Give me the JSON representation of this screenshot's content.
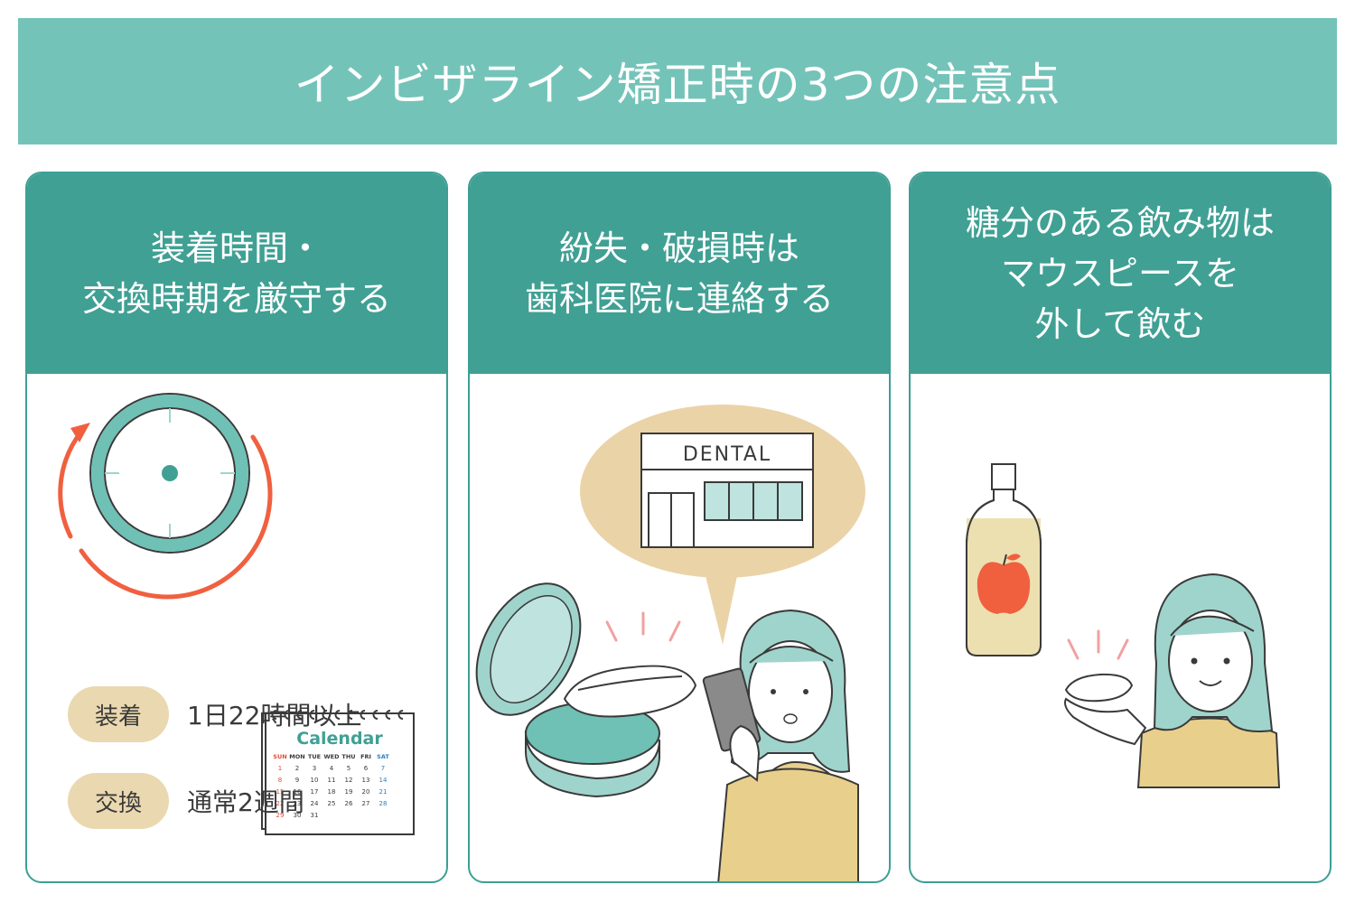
{
  "banner": {
    "title": "インビザライン矯正時の3つの注意点"
  },
  "cards": [
    {
      "title_lines": [
        "装着時間・",
        "交換時期を厳守する"
      ],
      "calendar": {
        "title": "Calendar",
        "weekdays": [
          "SUN",
          "MON",
          "TUE",
          "WED",
          "THU",
          "FRI",
          "SAT"
        ],
        "weeks": [
          [
            "1",
            "2",
            "3",
            "4",
            "5",
            "6",
            "7"
          ],
          [
            "8",
            "9",
            "10",
            "11",
            "12",
            "13",
            "14"
          ],
          [
            "15",
            "16",
            "17",
            "18",
            "19",
            "20",
            "21"
          ],
          [
            "22",
            "23",
            "24",
            "25",
            "26",
            "27",
            "28"
          ],
          [
            "29",
            "30",
            "31",
            "",
            "",
            "",
            ""
          ]
        ]
      },
      "rows": [
        {
          "badge": "装着",
          "text": "1日22時間以上"
        },
        {
          "badge": "交換",
          "text": "通常2週間"
        }
      ]
    },
    {
      "title_lines": [
        "紛失・破損時は",
        "歯科医院に連絡する"
      ],
      "sign": "DENTAL"
    },
    {
      "title_lines": [
        "糖分のある飲み物は",
        "マウスピースを",
        "外して飲む"
      ]
    }
  ],
  "colors": {
    "banner": "#74c3b9",
    "card_header": "#40a094",
    "badge": "#ead8b0",
    "clock_ring": "#6fc0b5",
    "arrow": "#f0603f",
    "sunday": "#e14b33",
    "saturday": "#2f7fc0"
  },
  "icons": [
    "clock-icon",
    "rotation-arrows-icon",
    "calendar-icon",
    "dental-clinic-icon",
    "speech-bubble-icon",
    "aligner-case-icon",
    "aligner-icon",
    "phone-icon",
    "woman-on-phone-icon",
    "juice-bottle-icon",
    "apple-icon",
    "woman-holding-aligner-icon"
  ]
}
